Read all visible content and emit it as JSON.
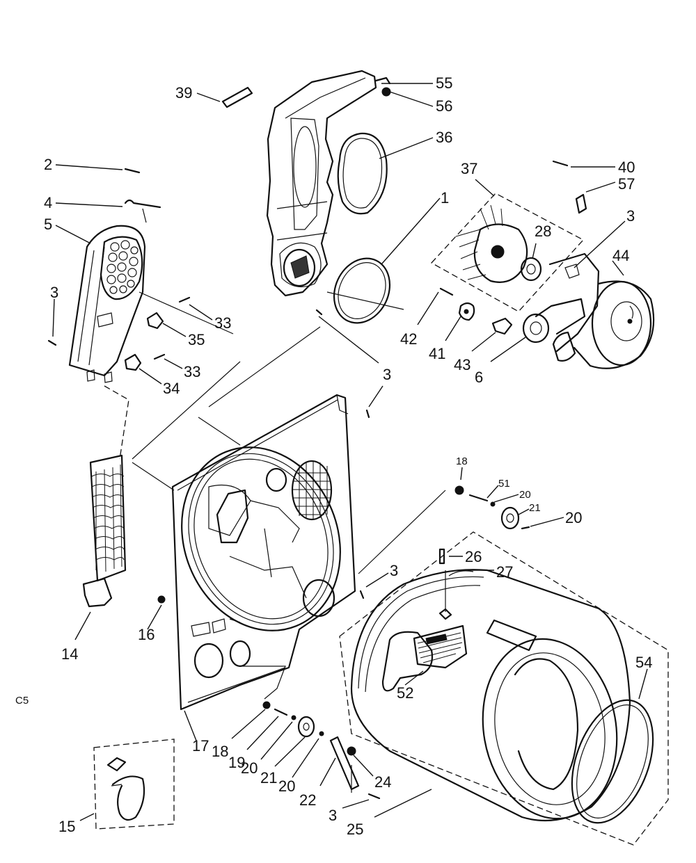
{
  "callouts": [
    {
      "id": "c-39",
      "text": "39"
    },
    {
      "id": "c-55",
      "text": "55"
    },
    {
      "id": "c-56",
      "text": "56"
    },
    {
      "id": "c-36",
      "text": "36"
    },
    {
      "id": "c-37",
      "text": "37"
    },
    {
      "id": "c-40",
      "text": "40"
    },
    {
      "id": "c-57",
      "text": "57"
    },
    {
      "id": "c-2",
      "text": "2"
    },
    {
      "id": "c-4",
      "text": "4"
    },
    {
      "id": "c-5",
      "text": "5"
    },
    {
      "id": "c-1",
      "text": "1"
    },
    {
      "id": "c-28",
      "text": "28"
    },
    {
      "id": "c-3a",
      "text": "3"
    },
    {
      "id": "c-44",
      "text": "44"
    },
    {
      "id": "c-3b",
      "text": "3"
    },
    {
      "id": "c-33a",
      "text": "33"
    },
    {
      "id": "c-35",
      "text": "35"
    },
    {
      "id": "c-42",
      "text": "42"
    },
    {
      "id": "c-41",
      "text": "41"
    },
    {
      "id": "c-43",
      "text": "43"
    },
    {
      "id": "c-33b",
      "text": "33"
    },
    {
      "id": "c-34",
      "text": "34"
    },
    {
      "id": "c-6",
      "text": "6"
    },
    {
      "id": "c-3c",
      "text": "3"
    },
    {
      "id": "c-18a",
      "text": "18"
    },
    {
      "id": "c-51",
      "text": "51"
    },
    {
      "id": "c-20a",
      "text": "20"
    },
    {
      "id": "c-21a",
      "text": "21"
    },
    {
      "id": "c-20b",
      "text": "20"
    },
    {
      "id": "c-26",
      "text": "26"
    },
    {
      "id": "c-27",
      "text": "27"
    },
    {
      "id": "c-3d",
      "text": "3"
    },
    {
      "id": "c-16",
      "text": "16"
    },
    {
      "id": "c-14",
      "text": "14"
    },
    {
      "id": "c-54",
      "text": "54"
    },
    {
      "id": "c-52",
      "text": "52"
    },
    {
      "id": "c-17",
      "text": "17"
    },
    {
      "id": "c-18b",
      "text": "18"
    },
    {
      "id": "c-19",
      "text": "19"
    },
    {
      "id": "c-20c",
      "text": "20"
    },
    {
      "id": "c-21b",
      "text": "21"
    },
    {
      "id": "c-20d",
      "text": "20"
    },
    {
      "id": "c-22",
      "text": "22"
    },
    {
      "id": "c-24",
      "text": "24"
    },
    {
      "id": "c-3e",
      "text": "3"
    },
    {
      "id": "c-15",
      "text": "15"
    },
    {
      "id": "c-25",
      "text": "25"
    }
  ],
  "side_code": "C5"
}
